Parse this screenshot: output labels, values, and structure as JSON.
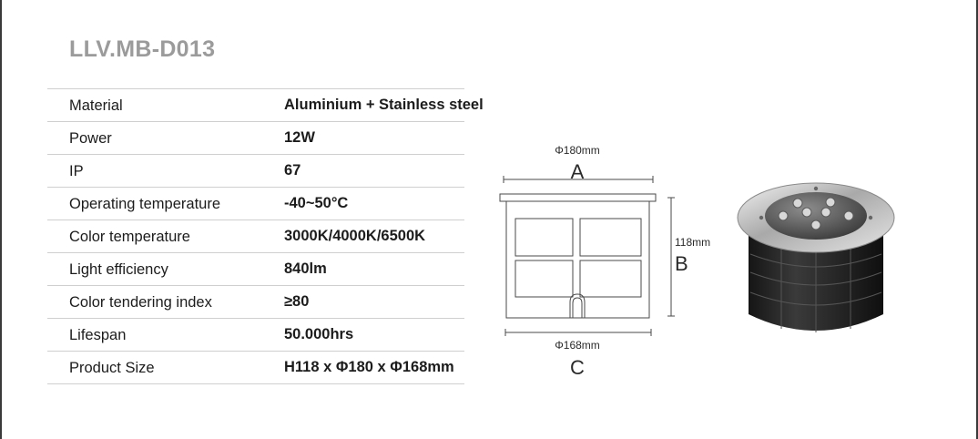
{
  "product": {
    "model": "LLV.MB-D013"
  },
  "specs": [
    {
      "label": "Material",
      "value": "Aluminium + Stainless steel"
    },
    {
      "label": "Power",
      "value": "12W"
    },
    {
      "label": "IP",
      "value": "67"
    },
    {
      "label": "Operating temperature",
      "value": "-40~50°C"
    },
    {
      "label": "Color temperature",
      "value": "3000K/4000K/6500K"
    },
    {
      "label": "Light efficiency",
      "value": "840lm"
    },
    {
      "label": "Color tendering index",
      "value": "≥80"
    },
    {
      "label": "Lifespan",
      "value": "50.000hrs"
    },
    {
      "label": "Product Size",
      "value": "H118 x Φ180 x Φ168mm"
    }
  ],
  "drawing": {
    "dim_a_value": "Φ180mm",
    "dim_a_letter": "A",
    "dim_b_value": "118mm",
    "dim_b_letter": "B",
    "dim_c_value": "Φ168mm",
    "dim_c_letter": "C"
  },
  "colors": {
    "title": "#9b9b9b",
    "rule": "#cfcfcf",
    "text": "#1c1c1c",
    "line_drawing": "#4a4a4a"
  }
}
